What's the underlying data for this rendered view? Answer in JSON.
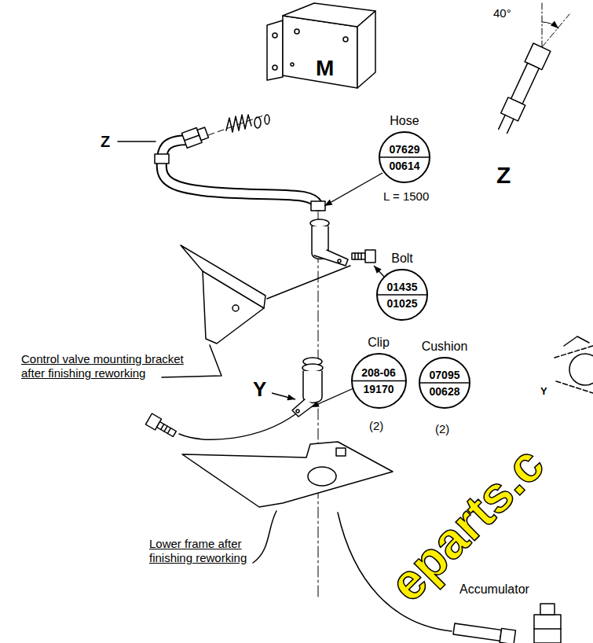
{
  "diagram": {
    "nodes": [
      {
        "text": [
          "Hose",
          "07629",
          "00614"
        ]
      },
      {
        "text": [
          "Bolt",
          "01435",
          "01025"
        ]
      },
      {
        "text": [
          "Clip",
          "208-06",
          "19170"
        ]
      },
      {
        "text": [
          "Cushion",
          "07095",
          "00628"
        ]
      }
    ],
    "labels": [
      "40°",
      "M",
      "Z",
      "Z",
      "L = 1500",
      "Control valve mounting bracket after finishing reworking",
      "Y",
      "(2)",
      "(2)",
      "Y",
      "Lower frame after finishing reworking",
      "Accumulator",
      "eparts.c"
    ]
  }
}
